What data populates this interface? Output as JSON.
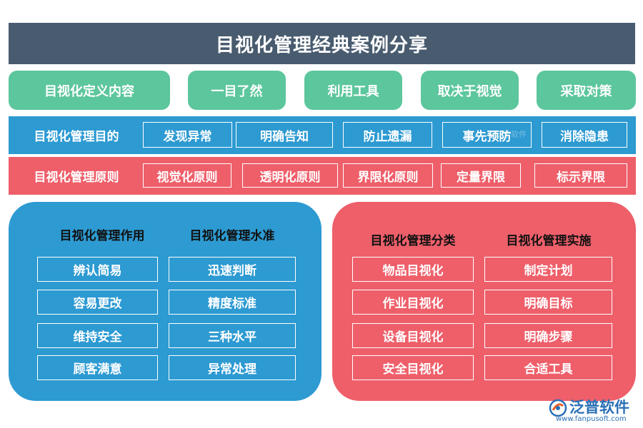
{
  "title": "目视化管理经典案例分享",
  "top_row": [
    "目视化定义内容",
    "一目了然",
    "利用工具",
    "取决于视觉",
    "采取对策"
  ],
  "purpose": {
    "label": "目视化管理目的",
    "items": [
      "发现异常",
      "明确告知",
      "防止遗漏",
      "事先预防",
      "消除隐患"
    ]
  },
  "principle": {
    "label": "目视化管理原则",
    "items": [
      "视觉化原则",
      "透明化原则",
      "界限化原则",
      "定量界限",
      "标示界限"
    ]
  },
  "left_panel": {
    "col1": {
      "heading": "目视化管理作用",
      "items": [
        "辨认简易",
        "容易更改",
        "维持安全",
        "顾客满意"
      ]
    },
    "col2": {
      "heading": "目视化管理水准",
      "items": [
        "迅速判断",
        "精度标准",
        "三种水平",
        "异常处理"
      ]
    }
  },
  "right_panel": {
    "col1": {
      "heading": "目视化管理分类",
      "items": [
        "物品目视化",
        "作业目视化",
        "设备目视化",
        "安全目视化"
      ]
    },
    "col2": {
      "heading": "目视化管理实施",
      "items": [
        "制定计划",
        "明确目标",
        "明确步骤",
        "合适工具"
      ]
    }
  },
  "watermark": "泛普软件",
  "logo": {
    "name": "泛普软件",
    "url": "www.fanpusoft.com"
  },
  "colors": {
    "title_bg": "#485b6f",
    "green": "#5cc69c",
    "blue": "#2d9ad2",
    "red": "#ee5f6a",
    "logo": "#2a6fb5"
  }
}
